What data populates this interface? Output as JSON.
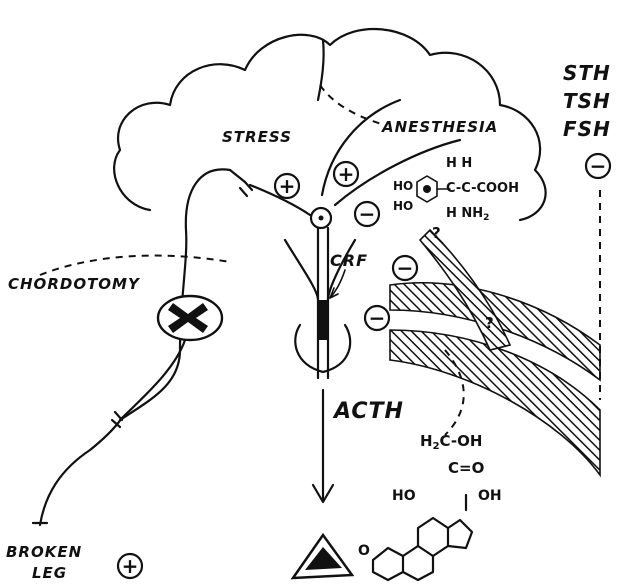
{
  "labels": {
    "stress": "STRESS",
    "anesthesia": "ANESTHESIA",
    "chordotomy": "CHORDOTOMY",
    "crf": "CRF",
    "acth": "ACTH",
    "broken_leg_line1": "BROKEN",
    "broken_leg_line2": "LEG",
    "sth": "STH",
    "tsh": "TSH",
    "fsh": "FSH"
  },
  "chemistry": {
    "amino_h_row": "H  H",
    "amino_chain": "C-C-COOH",
    "amino_bottom": "H  NH",
    "amino_subscript": "2",
    "ring_ho_top": "HO",
    "ring_ho_bottom": "HO",
    "question_1": "?",
    "question_2": "?",
    "steroid_top": "H",
    "steroid_top_sub": "2",
    "steroid_top_rest": "C-OH",
    "steroid_carbonyl": "C=O",
    "steroid_ho": "HO",
    "steroid_oh": "OH",
    "steroid_o": "O"
  },
  "signs": {
    "plus": "+",
    "minus": "−"
  }
}
